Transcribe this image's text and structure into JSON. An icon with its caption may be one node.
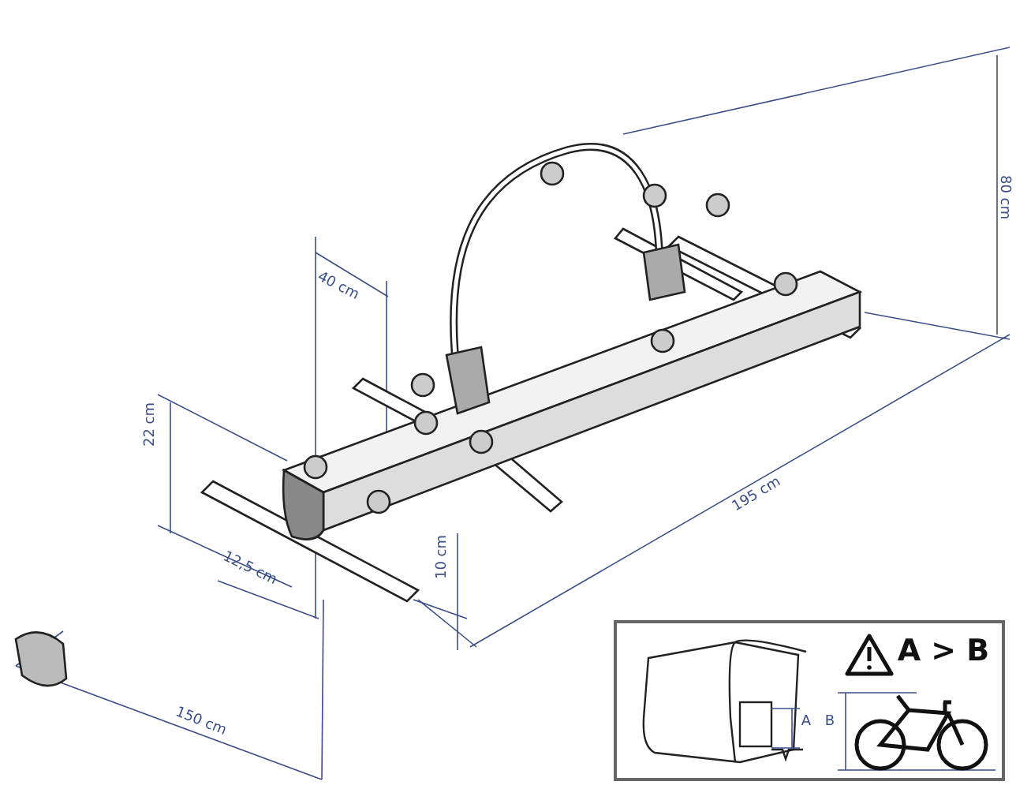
{
  "diagram": {
    "labels": [
      "80 cm",
      "40 cm",
      "22 cm",
      "195 cm",
      "12,5 cm",
      "10 cm",
      "150 cm",
      "A > B",
      "A",
      "B"
    ]
  }
}
